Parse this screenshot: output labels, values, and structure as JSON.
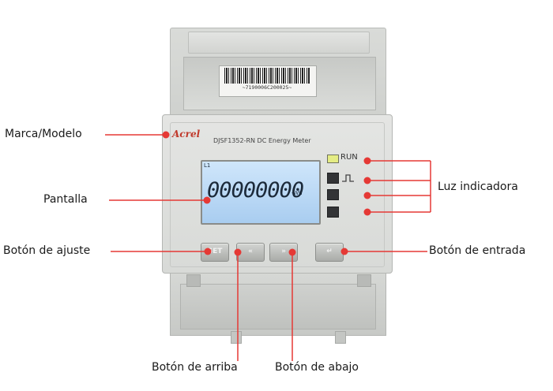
{
  "device": {
    "barcode_text": "~7190006C200025~",
    "brand": "Acrel",
    "model": "DJSF1352-RN DC Energy Meter",
    "lcd": {
      "line_label": "L1",
      "digits": "00000000",
      "unit": "-Wh"
    },
    "run_label": "RUN",
    "buttons": {
      "set": "SET",
      "up": "«",
      "down": "»",
      "enter": "↵"
    }
  },
  "annotations": {
    "brand_model": "Marca/Modelo",
    "display": "Pantalla",
    "indicator_lights": "Luz indicadora",
    "set_button": "Botón de ajuste",
    "enter_button": "Botón de entrada",
    "up_button": "Botón de arriba",
    "down_button": "Botón de abajo"
  },
  "colors": {
    "callout_line": "#e53935",
    "callout_dot": "#e53935",
    "lcd_background": "#bcdcf7",
    "run_led": "#e4ec84"
  }
}
